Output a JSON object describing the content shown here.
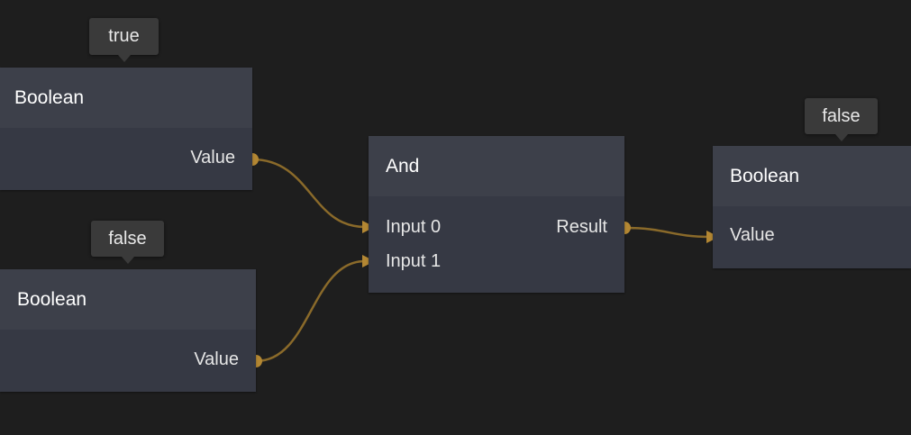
{
  "colors": {
    "background": "#1e1e1e",
    "node_header": "#3d404a",
    "node_body": "#363944",
    "wire": "#8a6a2a",
    "port": "#b38733",
    "text": "#e6e6e6"
  },
  "nodes": {
    "boolean_1": {
      "title": "Boolean",
      "tooltip": "true",
      "output_label": "Value"
    },
    "boolean_2": {
      "title": "Boolean",
      "tooltip": "false",
      "output_label": "Value"
    },
    "and": {
      "title": "And",
      "input_0": "Input 0",
      "input_1": "Input 1",
      "output_label": "Result"
    },
    "boolean_3": {
      "title": "Boolean",
      "tooltip": "false",
      "input_label": "Value"
    }
  }
}
